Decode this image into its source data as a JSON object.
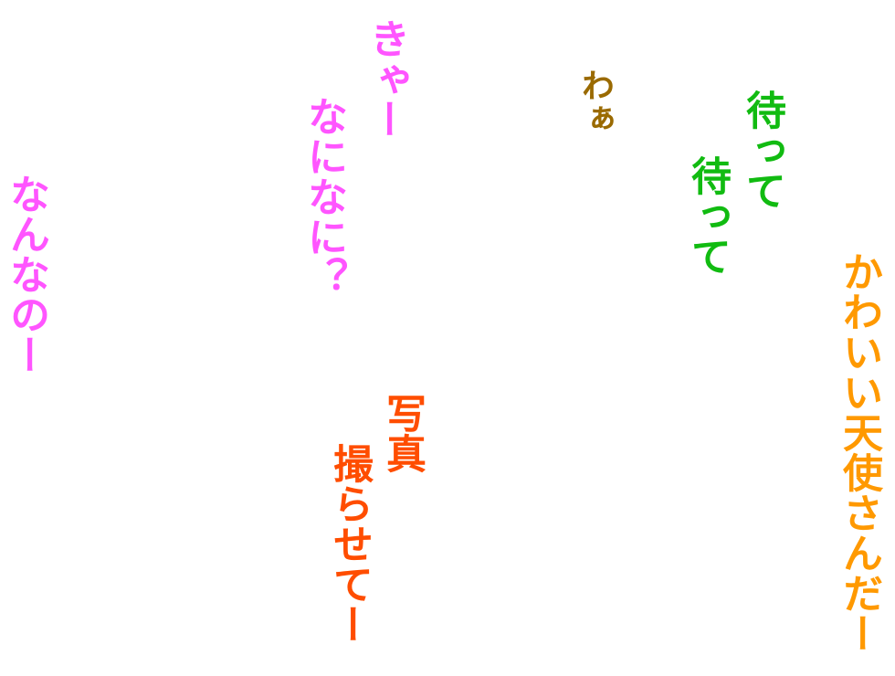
{
  "lines": {
    "kya": {
      "text": "きゃー",
      "color": "#ff55ff"
    },
    "naninani": {
      "text": "なになに？",
      "color": "#ff55ff"
    },
    "nanna": {
      "text": "なんなのー",
      "color": "#ff55ff"
    },
    "wa": {
      "text": "わぁ",
      "color": "#9a6a00"
    },
    "matte1": {
      "text": "待って",
      "color": "#11bb11"
    },
    "matte2": {
      "text": "待って",
      "color": "#11bb11"
    },
    "kawaii": {
      "text": "かわいい天使さんだー",
      "color": "#ff9900"
    },
    "shashin": {
      "text": "写真",
      "color": "#ff4d00"
    },
    "tora": {
      "text": "撮らせてー",
      "color": "#ff4d00"
    }
  }
}
